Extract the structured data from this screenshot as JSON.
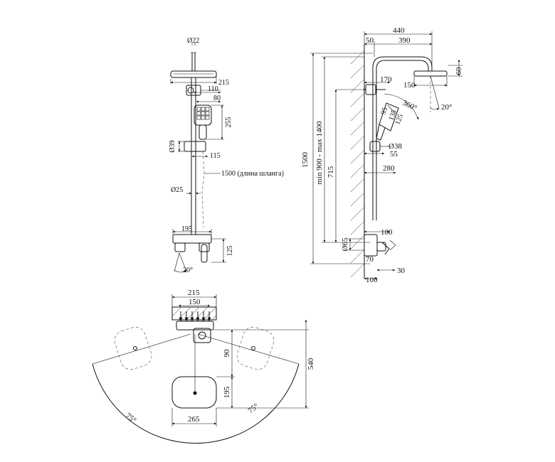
{
  "front_view": {
    "dim_head_pipe_dia": "Ø22",
    "dim_head_width": "215",
    "dim_holder_110": "110",
    "dim_holder_80": "80",
    "dim_hand_shower_255": "255",
    "dim_slider_dia": "Ø39",
    "dim_slider_115": "115",
    "dim_hose_label": "1500 (длина шланга)",
    "dim_bar_dia": "Ø25",
    "dim_mixer_width": "195",
    "dim_mixer_125": "125",
    "dim_lever_angle": "20°"
  },
  "side_view": {
    "dim_total_440": "440",
    "dim_wall_50": "50",
    "dim_arm_390": "390",
    "dim_head_60": "60",
    "dim_head_150": "150",
    "dim_head_angle": "20°",
    "dim_holder_170": "170",
    "dim_rotation": "360°",
    "dim_hand_95": "95",
    "dim_hand_135": "135",
    "dim_hand_125": "125",
    "dim_slider_dia": "Ø38",
    "dim_slider_55": "55",
    "dim_height_1500": "1500",
    "dim_adjust_range": "min 900 - max 1400",
    "dim_height_715": "715",
    "dim_offset_280": "280",
    "dim_mixer_180": "180",
    "dim_inlet_dia": "Ø65",
    "dim_inlet_70": "70",
    "dim_inlet_30": "30",
    "dim_inlet_100": "100"
  },
  "top_view": {
    "dim_width_215": "215",
    "dim_width_150": "150",
    "dim_depth_90": "90",
    "dim_depth_540": "540",
    "dim_depth_195": "195",
    "dim_head_265": "265",
    "dim_angle_left": "75°",
    "dim_angle_right": "75°"
  }
}
